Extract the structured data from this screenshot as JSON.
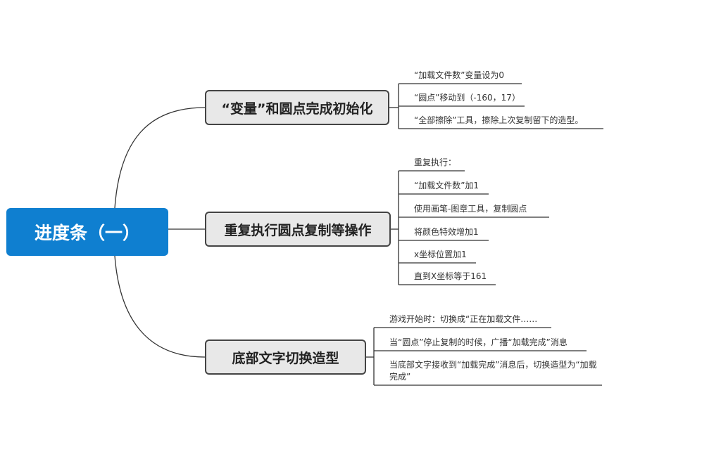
{
  "root": {
    "title": "进度条（一）"
  },
  "branches": [
    {
      "label": "“变量”和圆点完成初始化",
      "children": [
        "“加载文件数”变量设为0",
        "“圆点”移动到（-160，17）",
        "“全部擦除”工具，擦除上次复制留下的造型。"
      ]
    },
    {
      "label": "重复执行圆点复制等操作",
      "children": [
        "重复执行：",
        "“加载文件数”加1",
        "使用画笔-图章工具，复制圆点",
        "将颜色特效增加1",
        "x坐标位置加1",
        "直到X坐标等于161"
      ]
    },
    {
      "label": "底部文字切换造型",
      "children": [
        "游戏开始时：切换成“正在加载文件……",
        "当“圆点”停止复制的时候，广播“加载完成”消息",
        "当底部文字接收到“加载完成”消息后，切换造型为“加载完成”"
      ]
    }
  ],
  "colors": {
    "root_fill": "#0f7fd0",
    "branch_fill": "#e8e8e8",
    "branch_border": "#444444",
    "connector": "#333333"
  }
}
